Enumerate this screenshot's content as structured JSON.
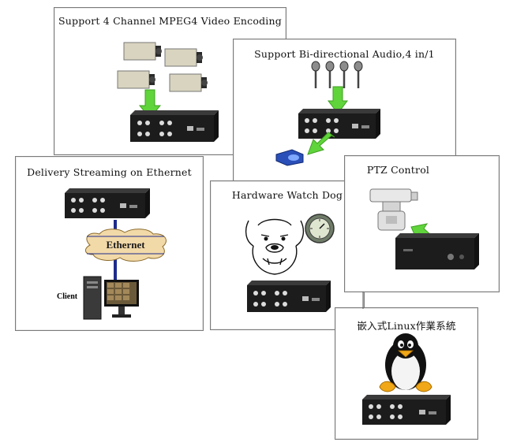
{
  "colors": {
    "device_body": "#1c1c1c",
    "device_panel": "#2b2b2b",
    "green_arrow": "#5fd43b",
    "ethernet_cloud": "#f2d9a8",
    "camera_body": "#d9d4bf",
    "network_line": "#1d2b8c"
  },
  "panels": {
    "video_encoding": {
      "title": "Support 4 Channel MPEG4 Video Encoding"
    },
    "audio": {
      "title": "Support Bi-directional Audio,4 in/1"
    },
    "streaming": {
      "title": "Delivery Streaming on Ethernet",
      "ethernet_label": "Ethernet",
      "client_label": "Client"
    },
    "watchdog": {
      "title": "Hardware Watch Dog"
    },
    "ptz": {
      "title": "PTZ Control"
    },
    "linux": {
      "title": "嵌入式Linux作業系統"
    }
  }
}
